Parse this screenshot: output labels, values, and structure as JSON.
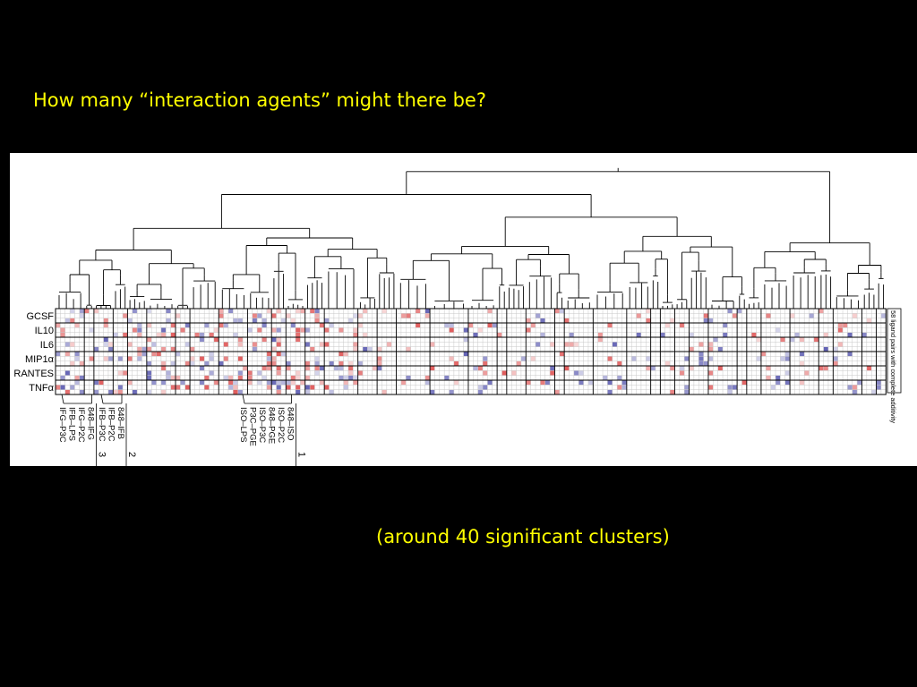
{
  "slide": {
    "title": "How many “interaction agents” might there be?",
    "caption": "(around 40 significant clusters)"
  },
  "figure": {
    "rows": [
      {
        "label": "GCSF",
        "greek": ""
      },
      {
        "label": "IL10",
        "greek": ""
      },
      {
        "label": "IL6",
        "greek": ""
      },
      {
        "label": "MIP1",
        "greek": "α"
      },
      {
        "label": "RANTES",
        "greek": ""
      },
      {
        "label": "TNF",
        "greek": "α"
      }
    ],
    "side_note": "58 ligand pairs with complete additivity",
    "cluster_groups": [
      {
        "number": "3",
        "items": [
          "IFG–P3C",
          "IFB–LPS",
          "IFG–P2C",
          "848–IFG"
        ]
      },
      {
        "number": "2",
        "items": [
          "IFB–P3C",
          "IFB–P2C",
          "848–IFB"
        ]
      },
      {
        "number": "1",
        "items": [
          "ISO–LPS",
          "P3C–PGE",
          "ISO–P3C",
          "848–PGE",
          "ISO–P2C",
          "848–ISO"
        ]
      }
    ],
    "colors": {
      "positive": "#d62020",
      "negative": "#2a2a9a",
      "grid": "#c8c8c8",
      "dendrogram": "#000000"
    }
  }
}
